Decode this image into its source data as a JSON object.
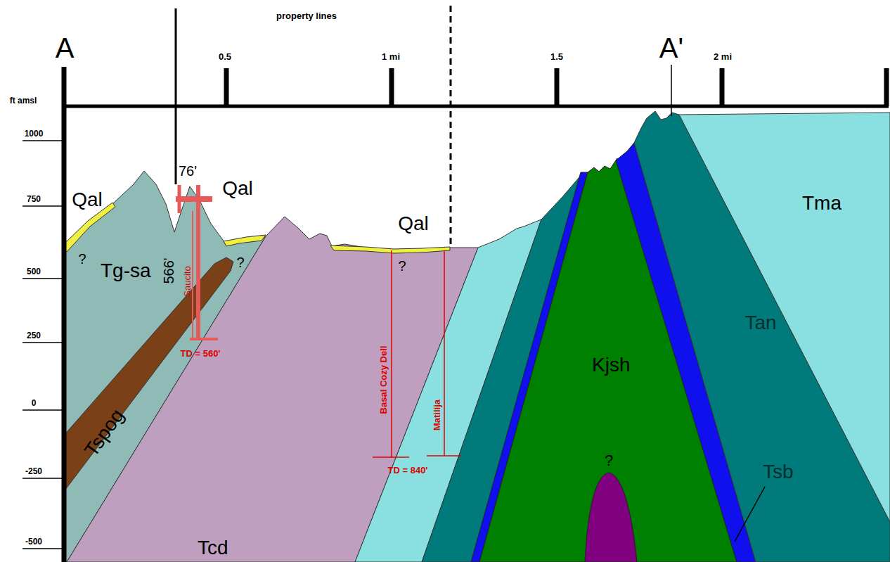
{
  "diagram": {
    "nodes": [
      {
        "text": [
          "Tg-sa"
        ]
      },
      {
        "text": [
          "Tspog"
        ]
      },
      {
        "text": [
          "Tcd"
        ]
      },
      {
        "text": [
          "Kjsh"
        ]
      },
      {
        "text": [
          "Tan"
        ]
      },
      {
        "text": [
          "Tma"
        ]
      },
      {
        "text": [
          "Tsb"
        ]
      }
    ],
    "labels": [
      "property lines",
      "A",
      "0.5",
      "1 mi",
      "1.5",
      "A'",
      "2 mi",
      "ft amsl",
      "1000",
      "750",
      "500",
      "250",
      "0",
      "-250",
      "-500",
      "Qal",
      "Qal",
      "Qal",
      "76'",
      "566'",
      "Saucito",
      "TD = 560'",
      "?",
      "?",
      "?",
      "Basal Cozy Dell",
      "Matilija",
      "TD = 840'",
      "?"
    ]
  }
}
